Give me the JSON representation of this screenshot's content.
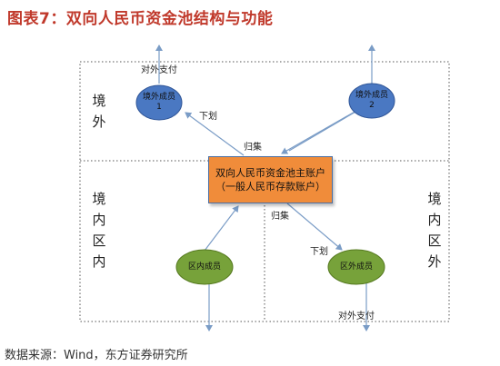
{
  "title": "图表7：双向人民币资金池结构与功能",
  "regions": {
    "overseas_top": [
      "境",
      "外"
    ],
    "domestic_zone_in": [
      "境",
      "内",
      "区",
      "内"
    ],
    "domestic_zone_out": [
      "境",
      "内",
      "区",
      "外"
    ]
  },
  "nodes": {
    "overseas_member_1": {
      "line1": "境外成员",
      "line2": "1"
    },
    "overseas_member_2": {
      "line1": "境外成员",
      "line2": "2"
    },
    "main_account": {
      "line1": "双向人民币资金池主账户",
      "line2": "（一般人民币存款账户）"
    },
    "zone_in_member": {
      "line1": "区内成员"
    },
    "zone_out_member": {
      "line1": "区外成员"
    }
  },
  "edge_labels": {
    "external_payment_top": "对外支付",
    "allocate_top": "下划",
    "collect_top": "归集",
    "collect_bottom": "归集",
    "allocate_bottom": "下划",
    "external_payment_bottom": "对外支付"
  },
  "colors": {
    "ellipse_blue": "#4a78c2",
    "ellipse_green": "#77a23a",
    "main_box": "#f08c3a",
    "arrow": "#7a9cc6",
    "border_dots": "#555555",
    "title": "#c0392b"
  },
  "source": "数据来源：Wind，东方证券研究所"
}
